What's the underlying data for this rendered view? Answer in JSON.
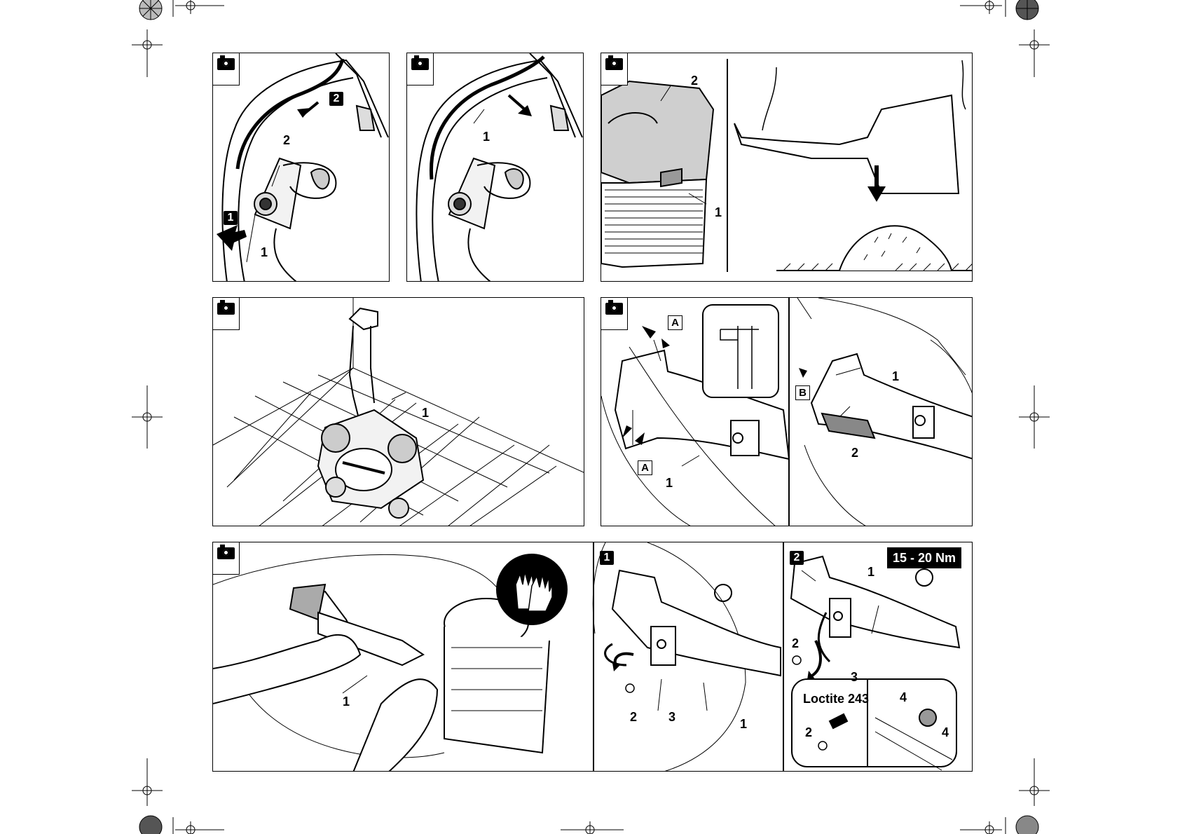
{
  "panels": {
    "p1": {
      "callouts": [
        "1",
        "2",
        "1"
      ]
    },
    "p2": {
      "callouts": [
        "1"
      ]
    },
    "p3": {
      "callouts": [
        "2",
        "1"
      ]
    },
    "p4": {
      "callouts": [
        "1"
      ]
    },
    "p5": {
      "callouts": [
        "A",
        "A",
        "1",
        "B",
        "1",
        "2"
      ]
    },
    "p6": {
      "callouts": [
        "1"
      ],
      "step1": {
        "badge": "1",
        "callouts": [
          "2",
          "3",
          "1"
        ]
      },
      "step2": {
        "badge": "2",
        "torque": "15 - 20 Nm",
        "loctite": "Loctite 243",
        "callouts": [
          "1",
          "2",
          "3",
          "2",
          "4",
          "4"
        ]
      }
    }
  },
  "step_badges": [
    "1",
    "2"
  ],
  "icons": [
    "camera-icon",
    "gloves-icon",
    "arrow-icon",
    "registration-mark-icon"
  ]
}
